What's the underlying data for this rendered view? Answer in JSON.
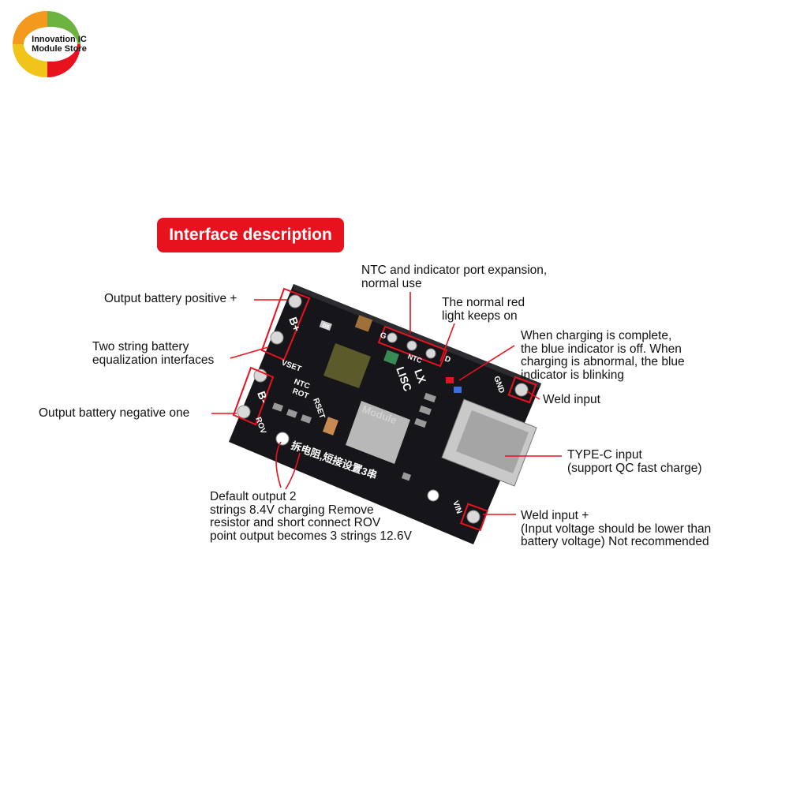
{
  "logo": {
    "line1": "Innovation IC",
    "line2": "Module Store"
  },
  "title": "Interface description",
  "callouts": {
    "ntc_line1": "NTC and indicator port expansion,",
    "ntc_line2": "normal use",
    "red_line1": "The normal red",
    "red_line2": "light keeps on",
    "blue_line1": "When charging is complete,",
    "blue_line2": "the blue indicator is off. When",
    "blue_line3": "charging is abnormal, the blue",
    "blue_line4": "indicator is blinking",
    "out_pos": "Output battery positive +",
    "equal_line1": "Two string battery",
    "equal_line2": "equalization interfaces",
    "out_neg": "Output battery negative one",
    "weld": "Weld input",
    "typec_line1": "TYPE-C input",
    "typec_line2": "(support QC fast charge)",
    "weldplus_line1": "Weld input +",
    "weldplus_line2": "(Input voltage should be lower than",
    "weldplus_line3": "battery voltage) Not recommended",
    "default_line1": "Default output 2",
    "default_line2": "strings 8.4V charging Remove",
    "default_line3": "resistor and short connect ROV",
    "default_line4": "point output becomes 3 strings 12.6V"
  },
  "silkscreen": {
    "bplus": "B+",
    "bminus": "B-",
    "vset": "VSET",
    "ntc": "NTC",
    "ntc_top": "NTC",
    "lx": "LX",
    "lisc": "LISC",
    "g": "G",
    "d": "D",
    "rot": "ROT",
    "rov": "ROV",
    "rset": "RSET",
    "gnd": "GND",
    "vin": "VIN",
    "chinese": "拆电阻,短接设置3串",
    "d5": "D5",
    "watermark": "Module"
  },
  "colors": {
    "accent": "#e8121f",
    "pcb": "#16161a",
    "pad": "#d9d9d9"
  }
}
